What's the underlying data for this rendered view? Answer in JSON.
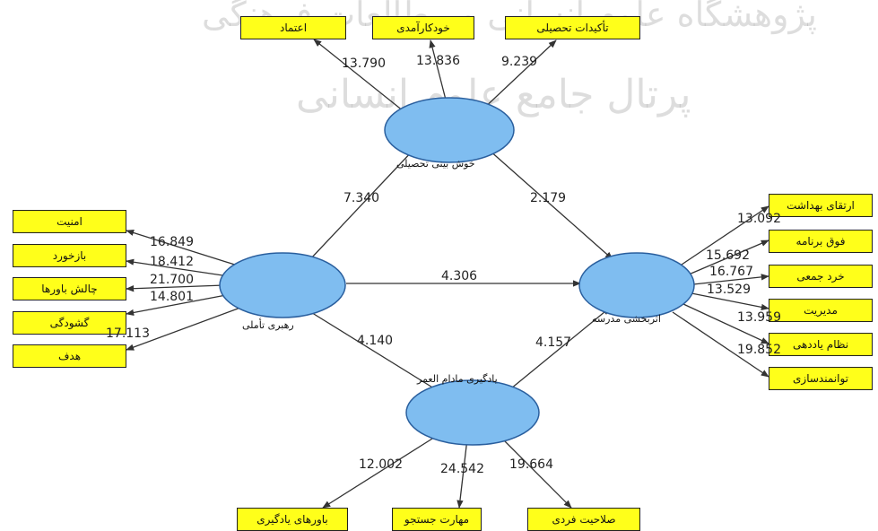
{
  "watermark": {
    "line1": "پژوهشگاه علوم انسانی و مطالعات فرهنگی",
    "line2": "پرتال جامع علوم انسانی"
  },
  "latent": {
    "khosh_bini": "خوش بینی تحصیلی",
    "rahbari": "رهبری تأملی",
    "asarbakhshi": "اثربخشی مدرسه",
    "yadgiri": "یادگیری مادام العمر"
  },
  "indicators": {
    "etemad": "اعتماد",
    "khodkarامدی": "خودکارآمدی",
    "takidat": "تأکیدات تحصیلی",
    "amniat": "امنیت",
    "bazkhord": "بازخورد",
    "chalesh": "چالش باورها",
    "goshodegi": "گشودگی",
    "hadaf": "هدف",
    "ertegha": "ارتقای بهداشت",
    "fogh": "فوق برنامه",
    "kherad": "خرد جمعی",
    "modiriat": "مدیریت",
    "nezam": "نظام یاددهی",
    "tavanmand": "توانمندسازی",
    "bavar": "باورهای یادگیری",
    "maharat": "مهارت جستجو",
    "salahiat": "صلاحیت فردی"
  },
  "coefficients": {
    "etemad": "13.790",
    "khodkar": "13.836",
    "takidat": "9.239",
    "amniat": "16.849",
    "bazkhord": "18.412",
    "chalesh": "21.700",
    "goshodegi": "14.801",
    "hadaf": "17.113",
    "ertegha": "13.092",
    "fogh": "15.692",
    "kherad": "16.767",
    "modiriat": "13.529",
    "nezam": "13.959",
    "tavanmand": "19.852",
    "bavar": "12.002",
    "maharat": "24.542",
    "salahiat": "19.664",
    "rahbari_khosh": "7.340",
    "khosh_asar": "2.179",
    "rahbari_asar": "4.306",
    "rahbari_yad": "4.140",
    "yad_asar": "4.157"
  },
  "colors": {
    "indicator_fill": "#ffff1a",
    "latent_fill": "#7fbdf0",
    "latent_stroke": "#2a5f9e",
    "arrow": "#333333"
  }
}
